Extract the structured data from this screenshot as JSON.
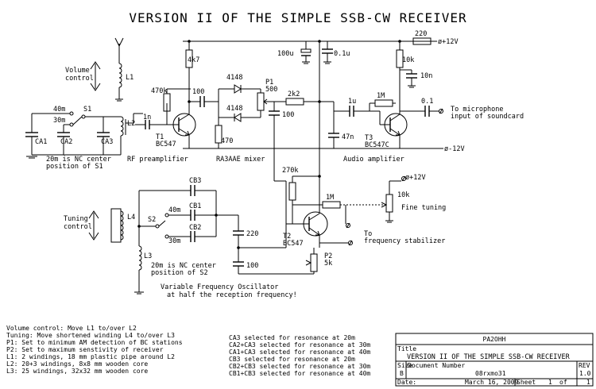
{
  "title": "VERSION II OF THE SIMPLE SSB-CW RECEIVER",
  "supply": {
    "plus": "ø+12V",
    "minus": "ø-12V",
    "plus_small": "ø+12V"
  },
  "labels": {
    "volume_control": [
      "Volume",
      "control"
    ],
    "tuning_control": [
      "Tuning",
      "control"
    ],
    "s1_note": [
      "20m is NC center",
      "position of S1"
    ],
    "s2_note": [
      "20m is NC center",
      "position of S2"
    ],
    "rf_preamp": "RF preamplifier",
    "mixer": "RA3AAE mixer",
    "audio_amp": "Audio amplifier",
    "microphone": [
      "To microphone",
      "input of soundcard"
    ],
    "fine_tuning": "Fine tuning",
    "stabilizer": [
      "To",
      "frequency stabilizer"
    ],
    "vfo": [
      "Variable Frequency Oscillator",
      "at half the reception frequency!"
    ]
  },
  "components": {
    "L1": "L1",
    "L2": "L2",
    "L3": "L3",
    "L4": "L4",
    "S1": "S1",
    "S2": "S2",
    "band_40": "40m",
    "band_30": "30m",
    "band_20": "20m",
    "CA1": "CA1",
    "CA2": "CA2",
    "CA3": "CA3",
    "CB1": "CB1",
    "CB2": "CB2",
    "CB3": "CB3",
    "c_1n": "1n",
    "T1": [
      "T1",
      "BC547"
    ],
    "T2": [
      "T2",
      "BC547"
    ],
    "T3": [
      "T3",
      "BC547C"
    ],
    "R_470k": "470k",
    "R_4k7": "4k7",
    "C_100a": "100",
    "D_a": "4148",
    "D_b": "4148",
    "P1": [
      "P1",
      "500"
    ],
    "R_2k2": "2k2",
    "C_100b": "100",
    "R_470": "470",
    "C_100u": "100u",
    "C_01u": "0.1u",
    "R_220": "220",
    "R_10k": "10k",
    "C_10n": "10n",
    "C_1u": "1u",
    "R_1M": "1M",
    "C_01": "0.1",
    "C_47n": "47n",
    "R_270k": "270k",
    "R_1M_b": "1M",
    "P_10k": "10k",
    "C_220": "220",
    "C_100c": "100",
    "P2": [
      "P2",
      "5k"
    ]
  },
  "notes_left": [
    "Volume control: Move L1 to/over L2",
    "Tuning: Move shortened winding L4 to/over L3",
    "P1: Set to minimum AM detection of BC stations",
    "P2: Set to maximum senstivity of receiver",
    "L1: 2 windings, 18 mm plastic pipe around L2",
    "L2: 20+3 windings, 8x8 mm wooden core",
    "L3: 25 windings, 32x32 mm wooden core"
  ],
  "notes_right": [
    "CA3 selected for resonance at 20m",
    "CA2+CA3 selected for resonance at 30m",
    "CA1+CA3 selected for resonance at 40m",
    "CB3 selected for resonance at 20m",
    "CB2+CB3 selected for resonance at 30m",
    "CB1+CB3 selected for resonance at 40m"
  ],
  "titleblock": {
    "author": "PA2OHH",
    "title_label": "Title",
    "title_value": "VERSION II OF THE SIMPLE SSB-CW RECEIVER",
    "size_label": "Size",
    "size_value": "B",
    "docnum_label": "Document Number",
    "docnum_value": "08rxmo31",
    "rev_label": "REV",
    "rev_value": "1.0",
    "date_label": "Date:",
    "date_value": "March 16, 2009",
    "sheet_label": "Sheet",
    "sheet_num": "1",
    "sheet_of": "of",
    "sheet_total": "1"
  }
}
